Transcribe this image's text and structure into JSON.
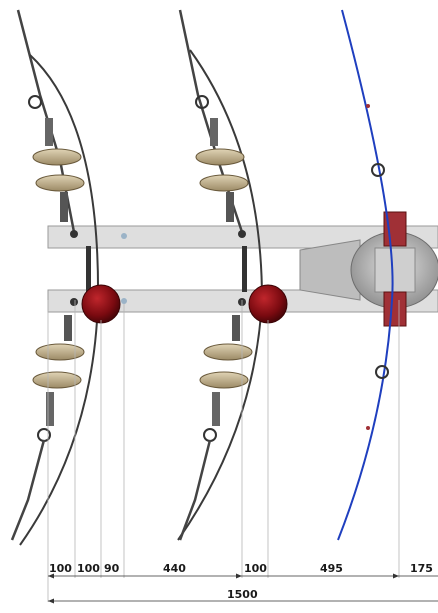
{
  "diagram": {
    "colors": {
      "beam": "#dcdcdc",
      "beam_edge": "#9a9a9a",
      "spacer_ball": "#8b0d12",
      "porcelain": "#c9b896",
      "conductor": "#2a2a2a",
      "blue_conductor": "#1f3fbf",
      "hub": "#c8c8c8"
    },
    "dimensions": {
      "top": [
        {
          "label": "100"
        },
        {
          "label": "100"
        },
        {
          "label": "90"
        },
        {
          "label": "440"
        },
        {
          "label": "100"
        },
        {
          "label": "495"
        },
        {
          "label": "175"
        }
      ],
      "total": {
        "label": "1500"
      }
    }
  }
}
